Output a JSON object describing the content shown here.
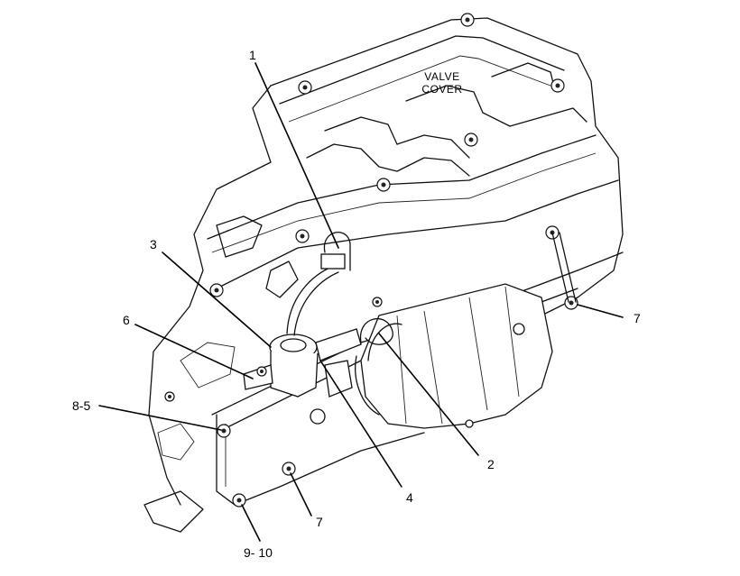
{
  "diagram": {
    "component_label": [
      "VALVE",
      "COVER"
    ],
    "callouts": {
      "c1": "1",
      "c2": "2",
      "c3": "3",
      "c4": "4",
      "c6": "6",
      "c7a": "7",
      "c7b": "7",
      "c85": "8-5",
      "c910": "9- 10"
    }
  }
}
